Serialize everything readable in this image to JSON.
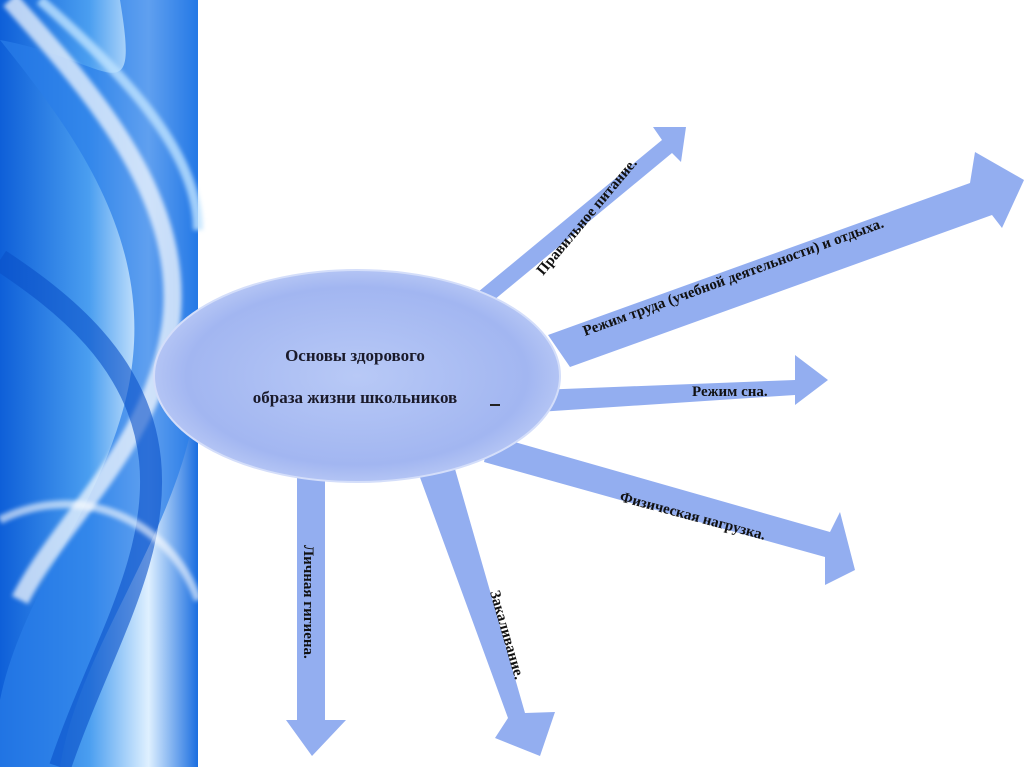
{
  "center": {
    "line1": "Основы здорового",
    "line2": "образа жизни школьников"
  },
  "branches": [
    {
      "id": "nutrition",
      "label": "Правильное питание."
    },
    {
      "id": "work-rest",
      "label": "Режим труда (учебной деятельности) и отдыха."
    },
    {
      "id": "sleep",
      "label": "Режим сна."
    },
    {
      "id": "physical",
      "label": "Физическая нагрузка."
    },
    {
      "id": "hardening",
      "label": "Закаливание."
    },
    {
      "id": "hygiene",
      "label": "Личная гигиена."
    }
  ],
  "colors": {
    "arrow": "#93aef0",
    "ellipse": "#a4b8f2",
    "side_panel": "#1f6fe0"
  }
}
